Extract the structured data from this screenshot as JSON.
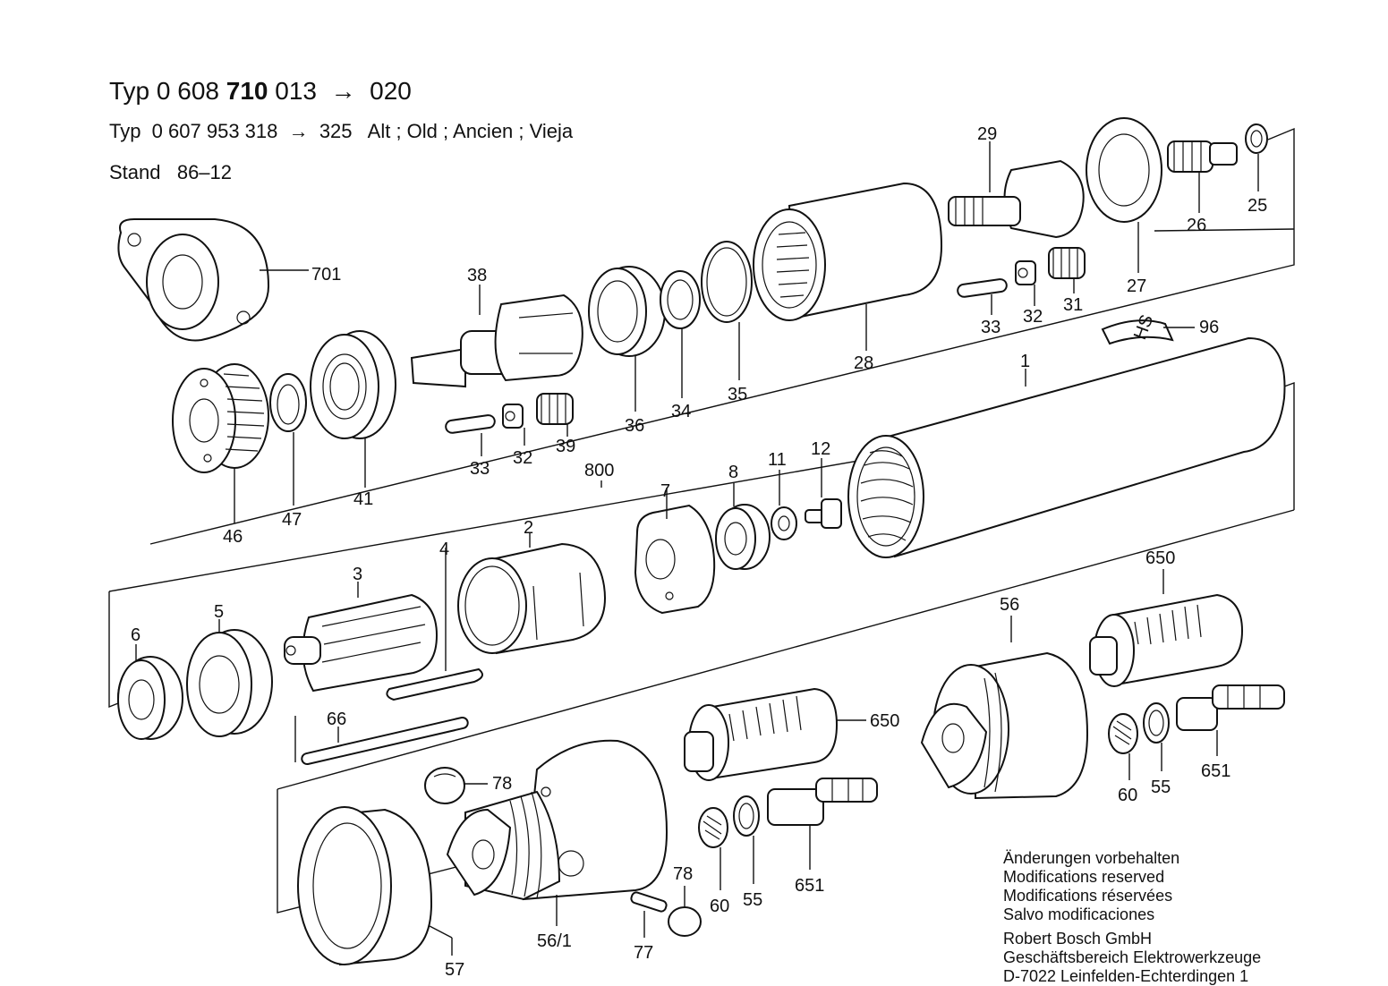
{
  "header": {
    "line1_prefix": "Typ",
    "line1_plain": "0 608",
    "line1_bold": "710",
    "line1_rest": "013  →  020",
    "line2": "Typ  0 607 953 318  →  325   Alt ; Old ; Ancien ; Vieja",
    "line3": "Stand   86–12"
  },
  "labels": [
    {
      "id": "701",
      "text": "701"
    },
    {
      "id": "38",
      "text": "38"
    },
    {
      "id": "29",
      "text": "29"
    },
    {
      "id": "25",
      "text": "25"
    },
    {
      "id": "26",
      "text": "26"
    },
    {
      "id": "27",
      "text": "27"
    },
    {
      "id": "28",
      "text": "28"
    },
    {
      "id": "33a",
      "text": "33"
    },
    {
      "id": "32a",
      "text": "32"
    },
    {
      "id": "31",
      "text": "31"
    },
    {
      "id": "96",
      "text": "96"
    },
    {
      "id": "1",
      "text": "1"
    },
    {
      "id": "36",
      "text": "36"
    },
    {
      "id": "34",
      "text": "34"
    },
    {
      "id": "35",
      "text": "35"
    },
    {
      "id": "39",
      "text": "39"
    },
    {
      "id": "32b",
      "text": "32"
    },
    {
      "id": "33b",
      "text": "33"
    },
    {
      "id": "46",
      "text": "46"
    },
    {
      "id": "47",
      "text": "47"
    },
    {
      "id": "41",
      "text": "41"
    },
    {
      "id": "800",
      "text": "800"
    },
    {
      "id": "7",
      "text": "7"
    },
    {
      "id": "8",
      "text": "8"
    },
    {
      "id": "11",
      "text": "11"
    },
    {
      "id": "12",
      "text": "12"
    },
    {
      "id": "2",
      "text": "2"
    },
    {
      "id": "4",
      "text": "4"
    },
    {
      "id": "3",
      "text": "3"
    },
    {
      "id": "5",
      "text": "5"
    },
    {
      "id": "6",
      "text": "6"
    },
    {
      "id": "66",
      "text": "66"
    },
    {
      "id": "650a",
      "text": "650"
    },
    {
      "id": "56",
      "text": "56"
    },
    {
      "id": "650b",
      "text": "650"
    },
    {
      "id": "78a",
      "text": "78"
    },
    {
      "id": "78b",
      "text": "78"
    },
    {
      "id": "60a",
      "text": "60"
    },
    {
      "id": "55a",
      "text": "55"
    },
    {
      "id": "651a",
      "text": "651"
    },
    {
      "id": "60b",
      "text": "60"
    },
    {
      "id": "55b",
      "text": "55"
    },
    {
      "id": "651b",
      "text": "651"
    },
    {
      "id": "56_1",
      "text": "56/1"
    },
    {
      "id": "77",
      "text": "77"
    },
    {
      "id": "57",
      "text": "57"
    }
  ],
  "label_96_tag": "HS",
  "notes": {
    "line1": "Änderungen vorbehalten",
    "line2": "Modifications reserved",
    "line3": "Modifications réservées",
    "line4": "Salvo modificaciones",
    "line5": "Robert Bosch GmbH",
    "line6": "Geschäftsbereich Elektrowerkzeuge",
    "line7": "D-7022 Leinfelden-Echterdingen 1"
  }
}
